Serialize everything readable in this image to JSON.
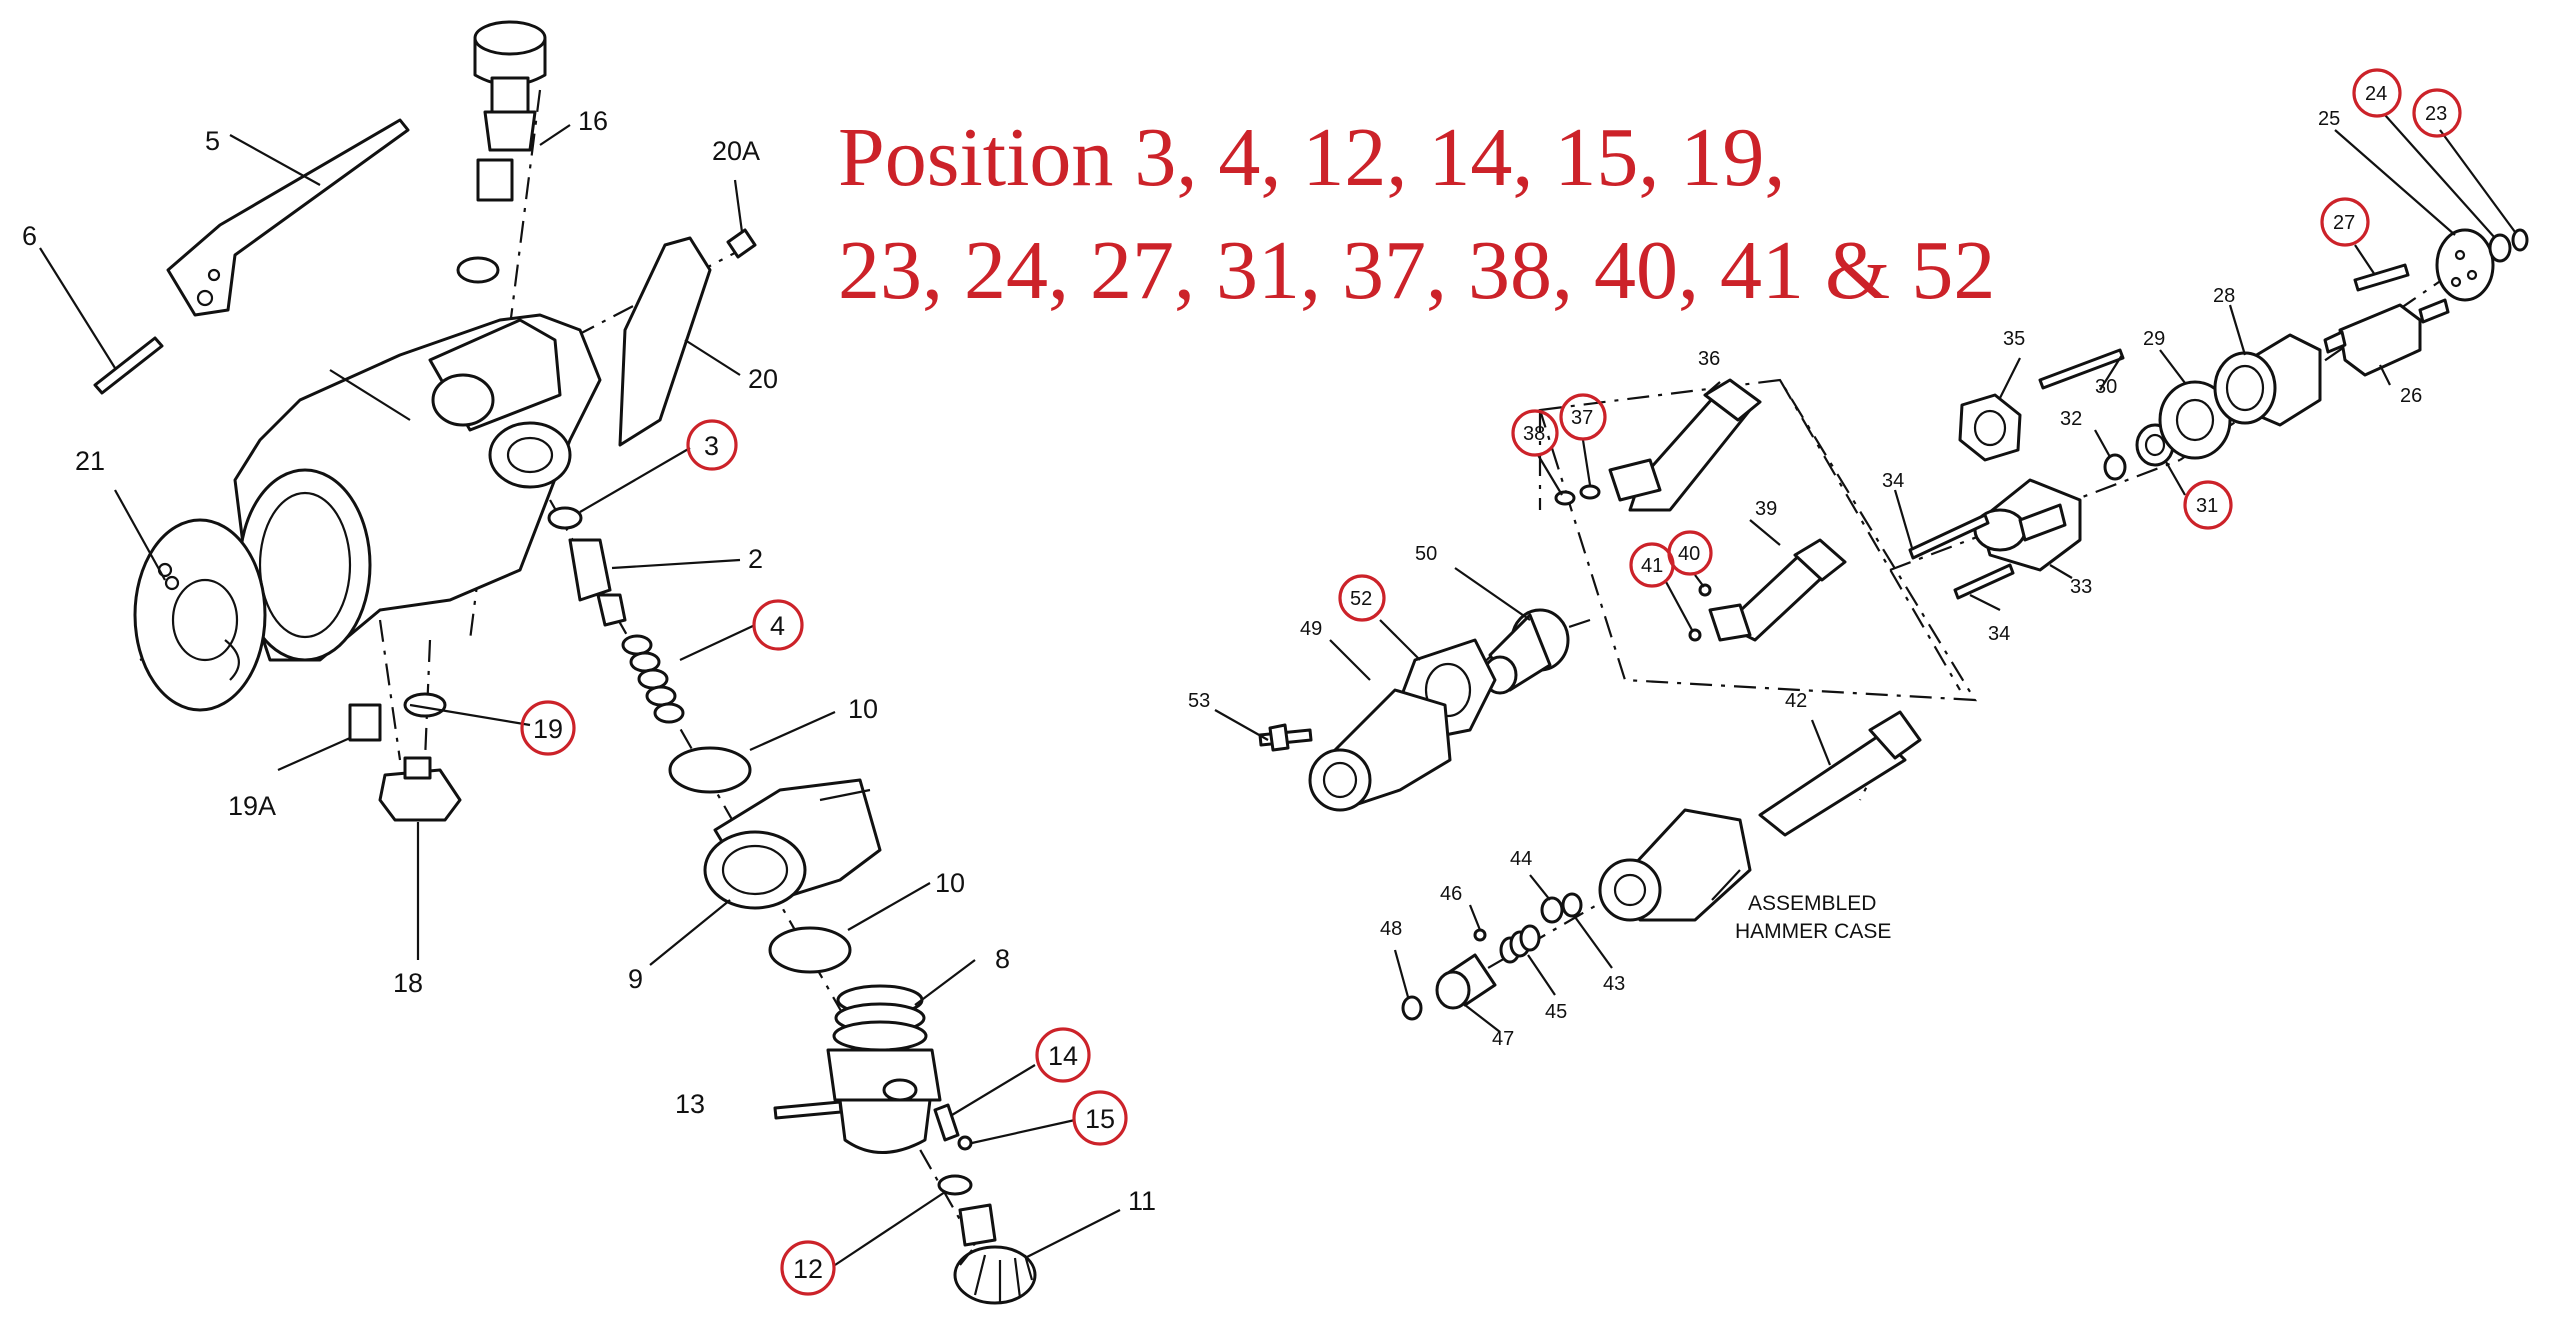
{
  "headline": {
    "line1": "Position 3, 4, 12, 14, 15, 19,",
    "line2": "23, 24, 27, 31, 37, 38, 40, 41 & 52"
  },
  "caption": {
    "line1": "ASSEMBLED",
    "line2": "HAMMER CASE"
  },
  "highlight_color": "#cc2229",
  "labels": {
    "p2": "2",
    "p3": "3",
    "p4": "4",
    "p5": "5",
    "p6": "6",
    "p8": "8",
    "p9": "9",
    "p10a": "10",
    "p10b": "10",
    "p11": "11",
    "p12": "12",
    "p13": "13",
    "p14": "14",
    "p15": "15",
    "p16": "16",
    "p18": "18",
    "p19": "19",
    "p19a": "19A",
    "p20": "20",
    "p20a": "20A",
    "p21": "21",
    "p23": "23",
    "p24": "24",
    "p25": "25",
    "p26": "26",
    "p27": "27",
    "p28": "28",
    "p29": "29",
    "p30": "30",
    "p31": "31",
    "p32": "32",
    "p33": "33",
    "p34a": "34",
    "p34b": "34",
    "p35": "35",
    "p36": "36",
    "p37": "37",
    "p38": "38",
    "p39": "39",
    "p40": "40",
    "p41": "41",
    "p42": "42",
    "p43": "43",
    "p44": "44",
    "p45": "45",
    "p46": "46",
    "p47": "47",
    "p48": "48",
    "p49": "49",
    "p50": "50",
    "p52": "52",
    "p53": "53"
  }
}
